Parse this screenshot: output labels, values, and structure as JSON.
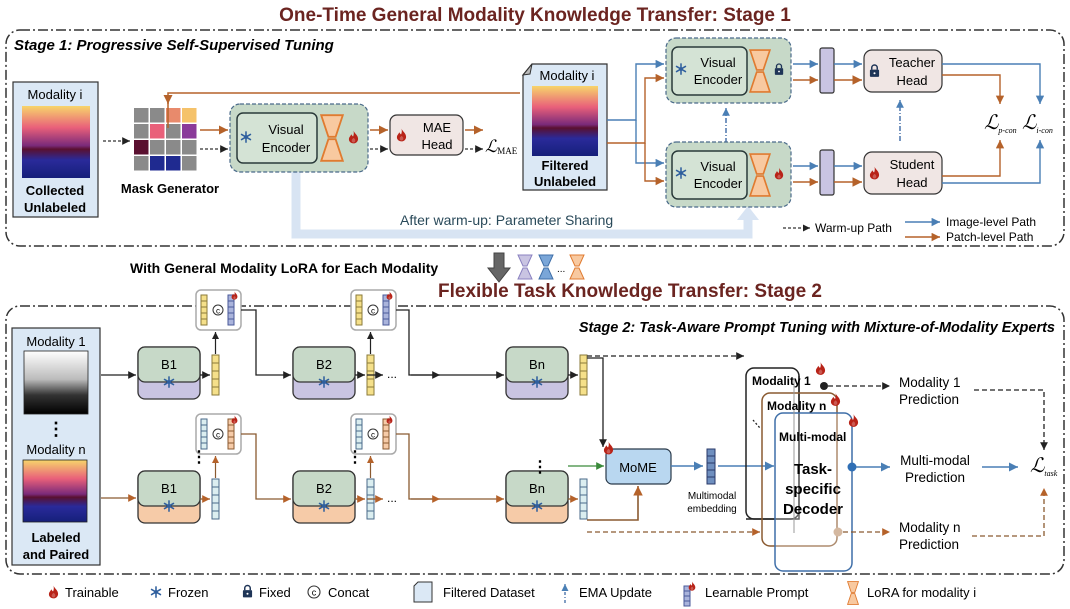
{
  "stage1": {
    "banner_title": "One-Time General Modality Knowledge Transfer: Stage 1",
    "panel_title": "Stage 1: Progressive Self-Supervised Tuning",
    "input_modality": "Modality i",
    "input_caption_line1": "Collected",
    "input_caption_line2": "Unlabeled",
    "mask_generator_label": "Mask Generator",
    "encoder_line1": "Visual",
    "encoder_line2": "Encoder",
    "mae_head_line1": "MAE",
    "mae_head_line2": "Head",
    "loss_mae": "ℒ",
    "loss_mae_sub": "MAE",
    "filtered_modality": "Modality i",
    "filtered_caption_line1": "Filtered",
    "filtered_caption_line2": "Unlabeled",
    "teacher_head_line1": "Teacher",
    "teacher_head_line2": "Head",
    "student_head_line1": "Student",
    "student_head_line2": "Head",
    "loss_pcon": "ℒ",
    "loss_pcon_sub": "p-con",
    "loss_icon": "ℒ",
    "loss_icon_sub": "i-con",
    "sharing_label": "After warm-up: Parameter Sharing",
    "legend_warmup": "Warm-up Path",
    "legend_image": "Image-level Path",
    "legend_patch": "Patch-level Path"
  },
  "transition": {
    "label": "With General Modality LoRA for Each Modality",
    "ellipsis": "..."
  },
  "stage2": {
    "banner_title": "Flexible Task Knowledge Transfer: Stage 2",
    "panel_title": "Stage 2: Task-Aware Prompt Tuning with Mixture-of-Modality Experts",
    "input_modality_1": "Modality 1",
    "input_modality_n": "Modality n",
    "input_caption_line1": "Labeled",
    "input_caption_line2": "and Paired",
    "block_b1": "B1",
    "block_b2": "B2",
    "block_bn": "Bn",
    "ellipsis": "...",
    "vdots": "⋮",
    "concat_symbol": "c",
    "mome_label": "MoME",
    "embedding_line1": "Multimodal",
    "embedding_line2": "embedding",
    "decoder_modality1": "Modality 1",
    "decoder_modalityn": "Modality n",
    "decoder_multimodal": "Multi-modal",
    "decoder_line1": "Task-",
    "decoder_line2": "specific",
    "decoder_line3": "Decoder",
    "pred_m1_line1": "Modality 1",
    "pred_m1_line2": "Prediction",
    "pred_mm_line1": "Multi-modal",
    "pred_mm_line2": "Prediction",
    "pred_mn_line1": "Modality n",
    "pred_mn_line2": "Prediction",
    "loss_task": "ℒ",
    "loss_task_sub": "task"
  },
  "legend": {
    "trainable": "Trainable",
    "frozen": "Frozen",
    "fixed": "Fixed",
    "concat": "Concat",
    "filtered_dataset": "Filtered Dataset",
    "ema_update": "EMA Update",
    "learnable_prompt": "Learnable Prompt",
    "lora": "LoRA for modality i"
  },
  "colors": {
    "banner": "#6b2420",
    "image_path": "#4a7fb5",
    "patch_path": "#b5622a",
    "encoder_group": "#c7d9c8",
    "encoder_inner": "#d4e3d5",
    "lora_fill": "#f8c9a0",
    "lora_stroke": "#e07b30",
    "head_fill": "#f0e6e4",
    "input_panel": "#dbe8f5",
    "fire": "#b82318",
    "snow": "#2f5f9e",
    "purple_token": "#c9c4e2",
    "mome_fill": "#b9d7f0",
    "sharing_arrow": "#d8e4f3"
  }
}
